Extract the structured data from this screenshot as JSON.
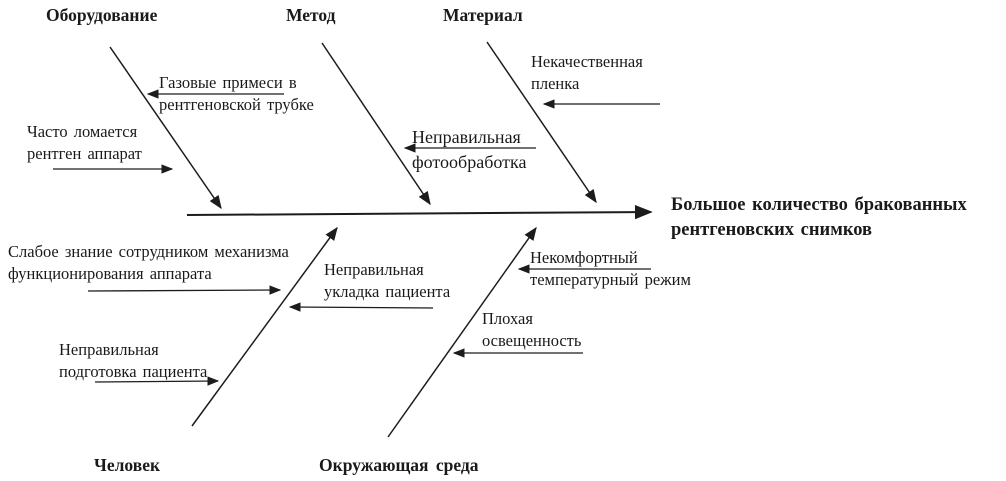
{
  "diagram": {
    "type": "fishbone-ishikawa",
    "colors": {
      "background": "#ffffff",
      "line": "#1c1c1c",
      "text": "#1a1a1a"
    },
    "effect": {
      "line1": "Большое количество бракованных",
      "line2": "рентгеновских снимков"
    },
    "branches": {
      "equipment": {
        "label": "Оборудование",
        "position": "top",
        "causes": {
          "gas": {
            "line1": "Газовые примеси в",
            "line2": "рентгеновской трубке"
          },
          "apparatus": {
            "line1": "Часто ломается",
            "line2": "рентген аппарат"
          }
        }
      },
      "method": {
        "label": "Метод",
        "position": "top",
        "causes": {
          "photo": {
            "line1": "Неправильная",
            "line2": "фотообработка"
          }
        }
      },
      "material": {
        "label": "Материал",
        "position": "top",
        "causes": {
          "film": {
            "line1": "Некачественная",
            "line2": "пленка"
          }
        }
      },
      "person": {
        "label": "Человек",
        "position": "bottom",
        "causes": {
          "knowledge": {
            "line1": "Слабое знание сотрудником механизма",
            "line2": "функционирования аппарата"
          },
          "positioning": {
            "line1": "Неправильная",
            "line2": "укладка пациента"
          },
          "preparation": {
            "line1": "Неправильная",
            "line2": "подготовка пациента"
          }
        }
      },
      "environment": {
        "label": "Окружающая среда",
        "position": "bottom",
        "causes": {
          "temperature": {
            "line1": "Некомфортный",
            "line2": "температурный режим"
          },
          "lighting": {
            "line1": "Плохая",
            "line2": "освещенность"
          }
        }
      }
    }
  }
}
